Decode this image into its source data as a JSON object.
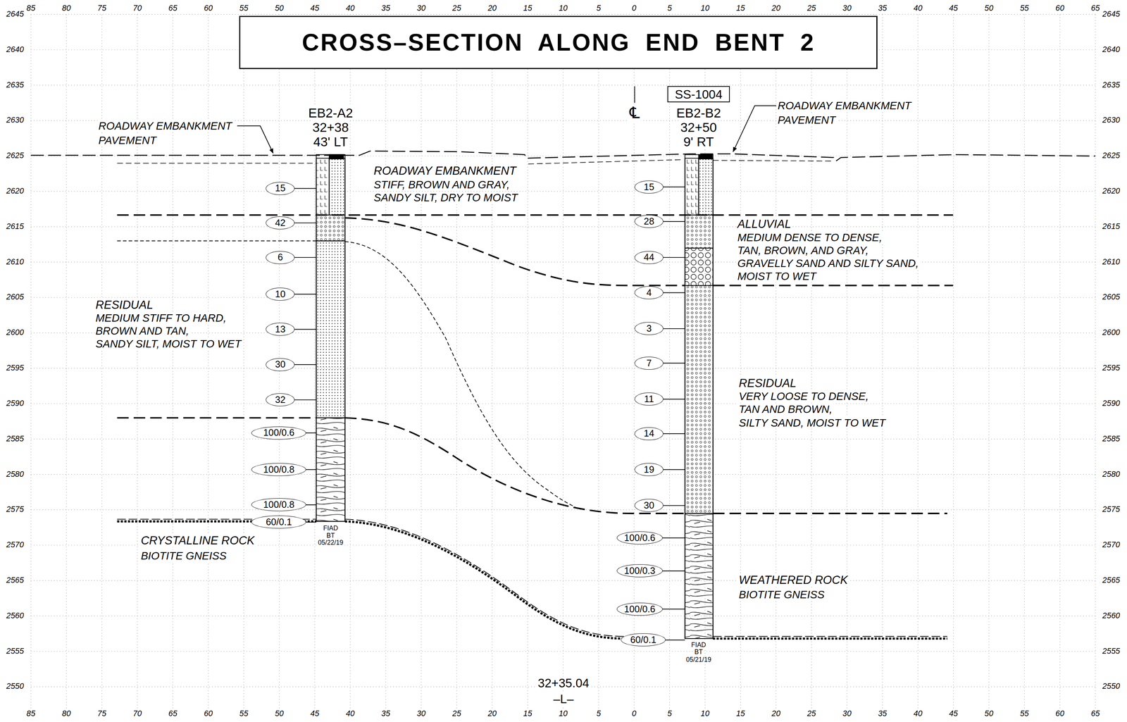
{
  "diagram": {
    "title": "CROSS–SECTION ALONG END BENT 2",
    "nodes": [
      {
        "text": [
          "SS-1004"
        ]
      },
      {
        "text": [
          "15"
        ]
      },
      {
        "text": [
          "42"
        ]
      },
      {
        "text": [
          "6"
        ]
      },
      {
        "text": [
          "10"
        ]
      },
      {
        "text": [
          "13"
        ]
      },
      {
        "text": [
          "30"
        ]
      },
      {
        "text": [
          "32"
        ]
      },
      {
        "text": [
          "100/0.6"
        ]
      },
      {
        "text": [
          "100/0.8"
        ]
      },
      {
        "text": [
          "100/0.8"
        ]
      },
      {
        "text": [
          "60/0.1"
        ]
      },
      {
        "text": [
          "15"
        ]
      },
      {
        "text": [
          "28"
        ]
      },
      {
        "text": [
          "44"
        ]
      },
      {
        "text": [
          "4"
        ]
      },
      {
        "text": [
          "3"
        ]
      },
      {
        "text": [
          "7"
        ]
      },
      {
        "text": [
          "11"
        ]
      },
      {
        "text": [
          "14"
        ]
      },
      {
        "text": [
          "19"
        ]
      },
      {
        "text": [
          "30"
        ]
      },
      {
        "text": [
          "100/0.6"
        ]
      },
      {
        "text": [
          "100/0.3"
        ]
      },
      {
        "text": [
          "100/0.6"
        ]
      },
      {
        "text": [
          "60/0.1"
        ]
      }
    ],
    "labels": [
      "85",
      "80",
      "75",
      "70",
      "65",
      "60",
      "55",
      "50",
      "45",
      "40",
      "35",
      "30",
      "25",
      "20",
      "15",
      "10",
      "5",
      "0",
      "5",
      "10",
      "15",
      "20",
      "25",
      "30",
      "35",
      "40",
      "45",
      "50",
      "55",
      "60",
      "65",
      "85",
      "80",
      "75",
      "70",
      "65",
      "60",
      "55",
      "50",
      "45",
      "40",
      "35",
      "30",
      "25",
      "20",
      "15",
      "10",
      "5",
      "0",
      "5",
      "10",
      "15",
      "20",
      "25",
      "30",
      "35",
      "40",
      "45",
      "50",
      "55",
      "60",
      "65",
      "2645",
      "2640",
      "2635",
      "2630",
      "2625",
      "2620",
      "2615",
      "2610",
      "2605",
      "2600",
      "2595",
      "2590",
      "2585",
      "2580",
      "2575",
      "2570",
      "2565",
      "2560",
      "2555",
      "2550",
      "2645",
      "2640",
      "2635",
      "2630",
      "2625",
      "2620",
      "2615",
      "2610",
      "2605",
      "2600",
      "2595",
      "2590",
      "2585",
      "2580",
      "2575",
      "2570",
      "2565",
      "2560",
      "2555",
      "2550",
      "ROADWAY EMBANKMENT",
      "PAVEMENT",
      "EB2-A2",
      "32+38",
      "43' LT",
      "ROADWAY EMBANKMENT",
      "STIFF, BROWN AND GRAY,",
      "SANDY SILT, DRY TO MOIST",
      "RESIDUAL",
      "MEDIUM STIFF TO HARD,",
      "BROWN AND TAN,",
      "SANDY SILT, MOIST TO WET",
      "CRYSTALLINE ROCK",
      "BIOTITE GNEISS",
      "FIAD",
      "BT",
      "05/22/19",
      "℄",
      "EB2-B2",
      "32+50",
      "9' RT",
      "ROADWAY EMBANKMENT",
      "PAVEMENT",
      "ALLUVIAL",
      "MEDIUM DENSE TO DENSE,",
      "TAN, BROWN, AND GRAY,",
      "GRAVELLY SAND AND SILTY SAND,",
      "MOIST TO WET",
      "RESIDUAL",
      "VERY LOOSE TO DENSE,",
      "TAN AND BROWN,",
      "SILTY SAND, MOIST TO WET",
      "WEATHERED ROCK",
      "BIOTITE GNEISS",
      "FIAD",
      "BT",
      "05/21/19",
      "32+35.04",
      "–L–"
    ]
  }
}
